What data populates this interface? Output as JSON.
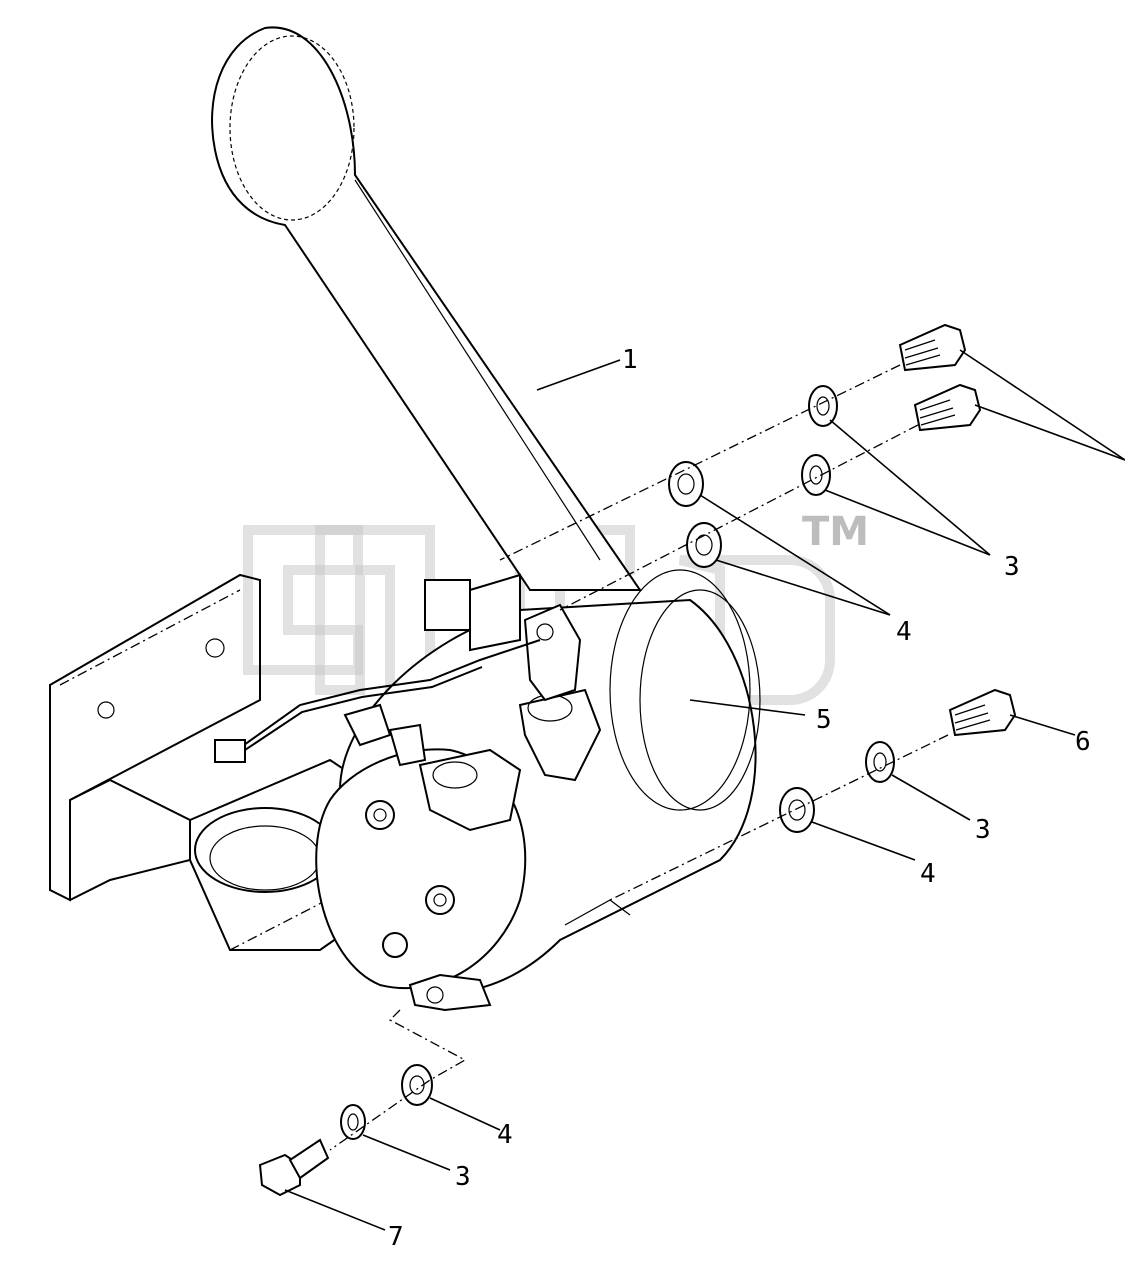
{
  "diagram": {
    "type": "exploded-parts-diagram",
    "watermark_mark": "TM",
    "callouts": [
      {
        "id": "c1",
        "label": "1"
      },
      {
        "id": "c3a",
        "label": "3"
      },
      {
        "id": "c4a",
        "label": "4"
      },
      {
        "id": "c5",
        "label": "5"
      },
      {
        "id": "c6",
        "label": "6"
      },
      {
        "id": "c3b",
        "label": "3"
      },
      {
        "id": "c4b",
        "label": "4"
      },
      {
        "id": "c4c",
        "label": "4"
      },
      {
        "id": "c3c",
        "label": "3"
      },
      {
        "id": "c7",
        "label": "7"
      }
    ]
  }
}
